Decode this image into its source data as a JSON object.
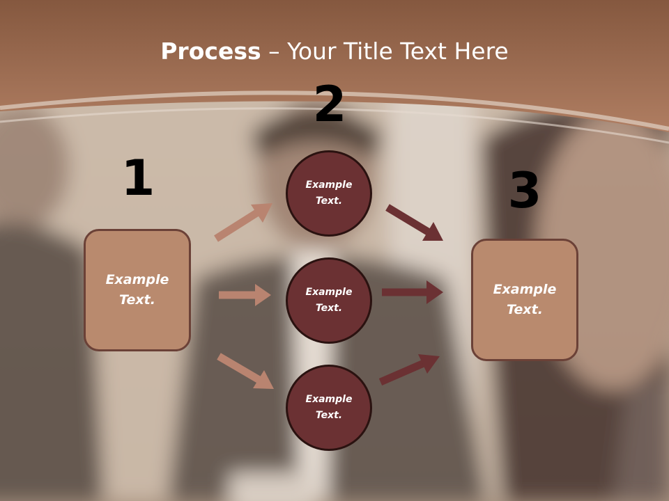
{
  "slide": {
    "title_bold": "Process",
    "title_rest": " – Your Title Text Here"
  },
  "steps": {
    "one": {
      "number": "1",
      "text": "Example\nText."
    },
    "two": {
      "number": "2"
    },
    "three": {
      "number": "3",
      "text": "Example\nText."
    }
  },
  "circles": [
    {
      "text": "Example\nText."
    },
    {
      "text": "Example\nText."
    },
    {
      "text": "Example\nText."
    }
  ],
  "colors": {
    "header": "#a16f57",
    "box_fill": "#b98a6e",
    "box_border": "#6b4137",
    "circle_fill": "#6b3133",
    "arrow_light": "#b98470",
    "arrow_dark": "#6b3133"
  }
}
